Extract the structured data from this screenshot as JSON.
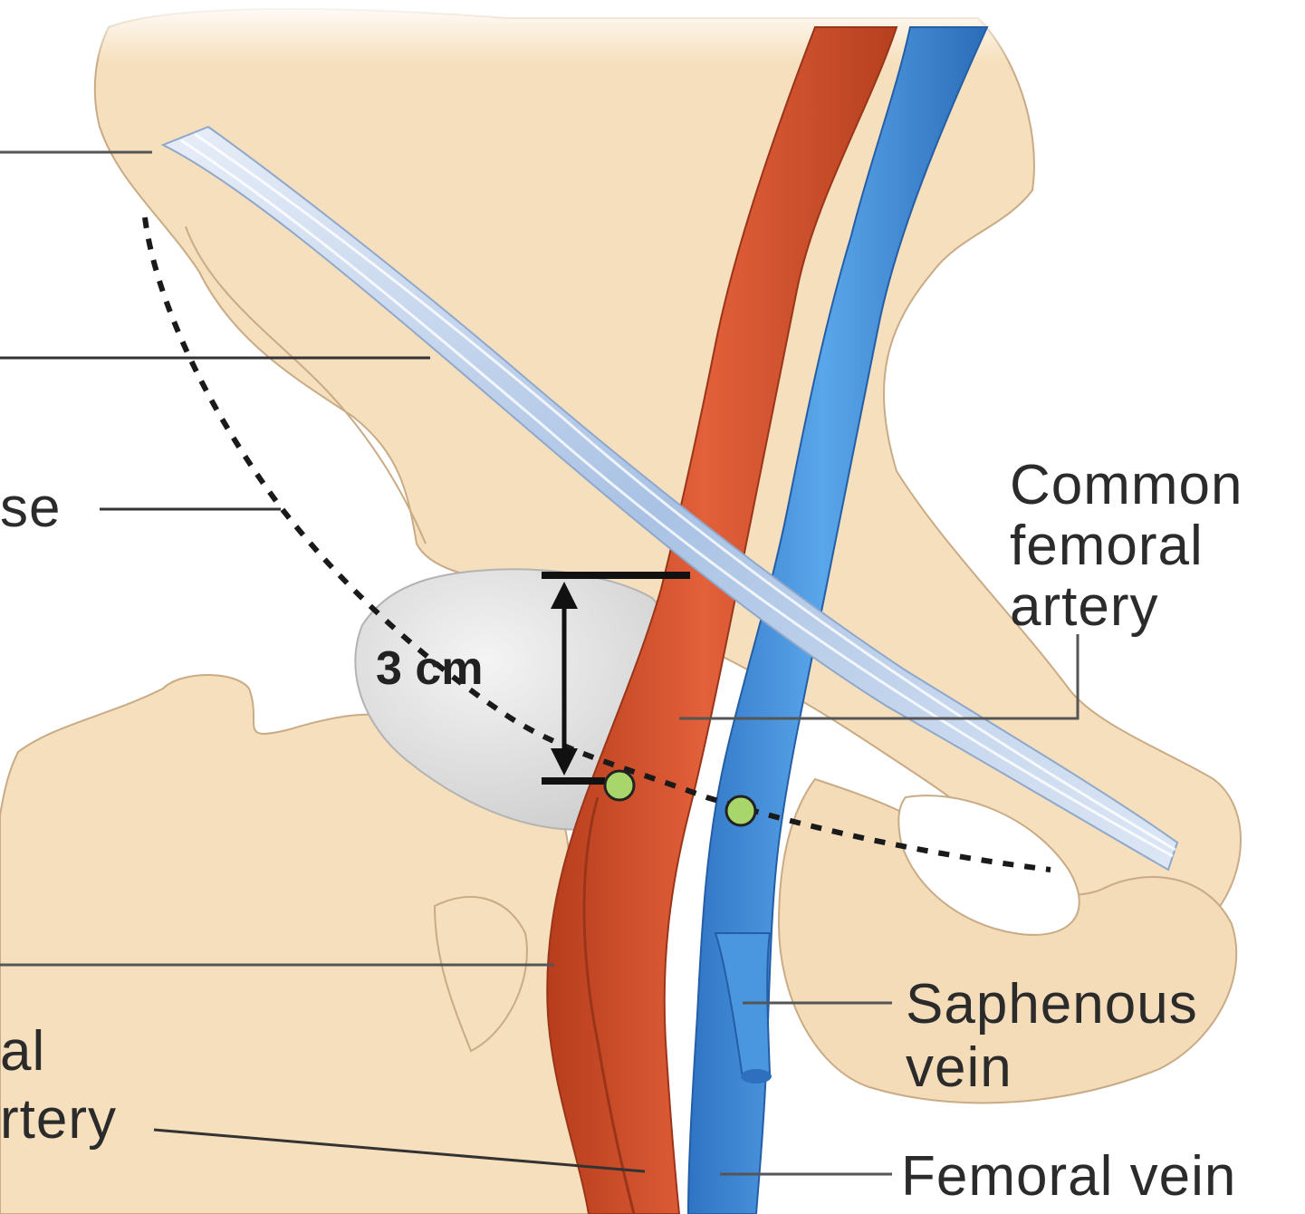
{
  "labels": {
    "partial_top_left": "se",
    "partial_bottom_left_1": "al",
    "partial_bottom_left_2": "rtery",
    "common_femoral_artery": [
      "Common",
      "femoral",
      "artery"
    ],
    "saphenous_vein": [
      "Saphenous",
      "vein"
    ],
    "femoral_vein": "Femoral vein",
    "measurement": "3 cm"
  },
  "colors": {
    "bone": "#f6dfbc",
    "bone_outline": "#c9ab86",
    "femoral_head": "#e6e6e6",
    "artery": "#d8502c",
    "artery_dark": "#a83a1e",
    "vein": "#3f8fdc",
    "vein_dark": "#2a68b0",
    "ligament": "#bcd0ea",
    "marker": "#a8d66a",
    "leader": "#555555"
  }
}
